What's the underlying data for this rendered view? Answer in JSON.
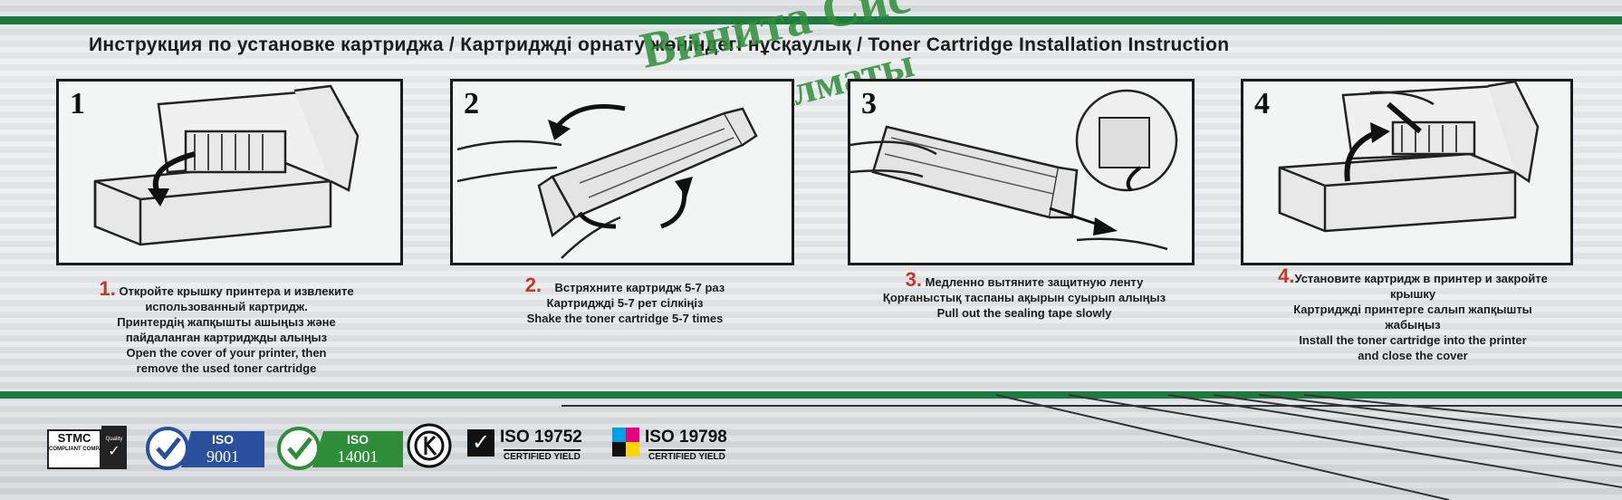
{
  "title": "Инструкция по установке картриджа /  Картриджді орнату жөніндегі нұсқаулық /  Toner Cartridge Installation Instruction",
  "stamp": {
    "line1": "Винита Сис",
    "line2": "Алматы"
  },
  "steps": [
    {
      "panel_number": "1",
      "caption_number": "1.",
      "lines": [
        "Откройте крышку принтера и извлеките",
        "использованный картридж.",
        "Принтердің жапқышты ашыңыз және",
        "пайдаланган картриджды алыңыз",
        "Open the cover of your printer, then",
        "remove the used toner cartridge"
      ]
    },
    {
      "panel_number": "2",
      "caption_number": "2.",
      "lines": [
        "Встряхните картридж 5-7 раз",
        "Картриджді 5-7 рет сілкіңіз",
        "Shake the toner cartridge 5-7 times"
      ]
    },
    {
      "panel_number": "3",
      "caption_number": "3.",
      "lines": [
        "Медленно вытяните защитную ленту",
        "Қорғаныстық таспаны ақырын суырып алыңыз",
        "Pull out the sealing tape slowly"
      ]
    },
    {
      "panel_number": "4",
      "caption_number": "4.",
      "lines": [
        "Установите картридж в принтер и закройте",
        "крышку",
        "Картриджді принтерге салып жапқышты",
        "жабыңыз",
        "Install the toner cartridge into the printer",
        "and close the cover"
      ]
    }
  ],
  "logos": {
    "stmc": {
      "label": "STMC",
      "sub": "COMPLIANT COMPANY",
      "badge": "Quality"
    },
    "iso9001": {
      "label": "ISO",
      "number": "9001"
    },
    "iso14001": {
      "label": "ISO",
      "number": "14001"
    },
    "iso19752": {
      "label": "ISO 19752",
      "sub": "CERTIFIED YIELD"
    },
    "iso19798": {
      "label": "ISO 19798",
      "sub": "CERTIFIED YIELD"
    }
  },
  "colors": {
    "stripe": "#1e7a40",
    "step_number": "#c0392b",
    "iso_blue": "#2a4f9c",
    "iso_green": "#2f8d3a"
  }
}
